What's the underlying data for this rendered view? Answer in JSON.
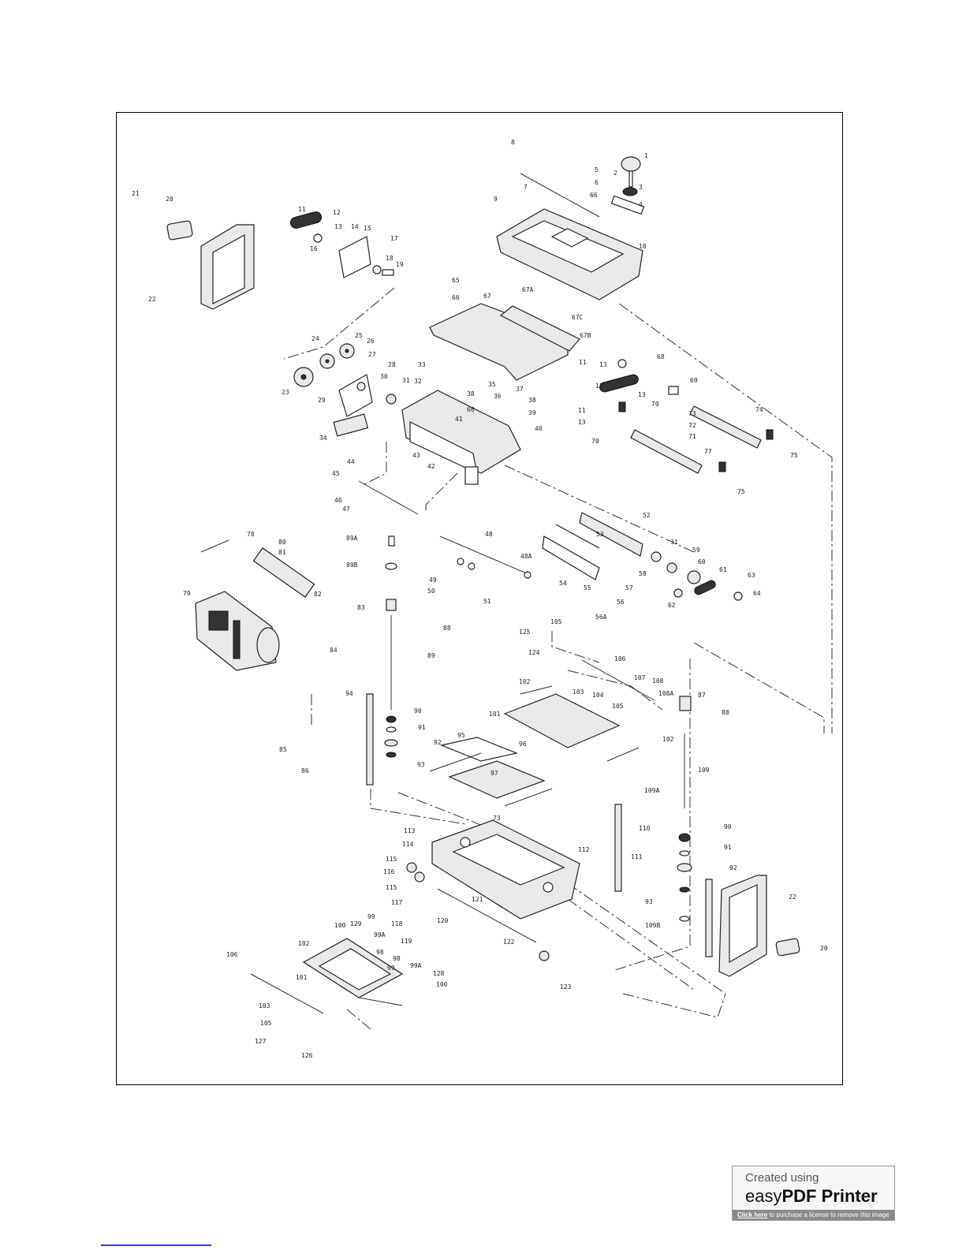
{
  "diagram": {
    "part_labels": [
      {
        "id": "p-8",
        "text": "8"
      },
      {
        "id": "p-1",
        "text": "1"
      },
      {
        "id": "p-5",
        "text": "5"
      },
      {
        "id": "p-2",
        "text": "2"
      },
      {
        "id": "p-6",
        "text": "6"
      },
      {
        "id": "p-3",
        "text": "3"
      },
      {
        "id": "p-66a",
        "text": "66"
      },
      {
        "id": "p-7",
        "text": "7"
      },
      {
        "id": "p-4",
        "text": "4"
      },
      {
        "id": "p-9",
        "text": "9"
      },
      {
        "id": "p-10",
        "text": "10"
      },
      {
        "id": "p-21",
        "text": "21"
      },
      {
        "id": "p-20a",
        "text": "20"
      },
      {
        "id": "p-22a",
        "text": "22"
      },
      {
        "id": "p-11a",
        "text": "11"
      },
      {
        "id": "p-12a",
        "text": "12"
      },
      {
        "id": "p-13a",
        "text": "13"
      },
      {
        "id": "p-14",
        "text": "14"
      },
      {
        "id": "p-15",
        "text": "15"
      },
      {
        "id": "p-16",
        "text": "16"
      },
      {
        "id": "p-17",
        "text": "17"
      },
      {
        "id": "p-18",
        "text": "18"
      },
      {
        "id": "p-19",
        "text": "19"
      },
      {
        "id": "p-65",
        "text": "65"
      },
      {
        "id": "p-66b",
        "text": "66"
      },
      {
        "id": "p-67",
        "text": "67"
      },
      {
        "id": "p-67A",
        "text": "67A"
      },
      {
        "id": "p-67C",
        "text": "67C"
      },
      {
        "id": "p-67B",
        "text": "67B"
      },
      {
        "id": "p-11b",
        "text": "11"
      },
      {
        "id": "p-13b",
        "text": "13"
      },
      {
        "id": "p-68",
        "text": "68"
      },
      {
        "id": "p-12b",
        "text": "12"
      },
      {
        "id": "p-13c",
        "text": "13"
      },
      {
        "id": "p-69",
        "text": "69"
      },
      {
        "id": "p-24",
        "text": "24"
      },
      {
        "id": "p-25",
        "text": "25"
      },
      {
        "id": "p-26",
        "text": "26"
      },
      {
        "id": "p-27",
        "text": "27"
      },
      {
        "id": "p-28",
        "text": "28"
      },
      {
        "id": "p-23",
        "text": "23"
      },
      {
        "id": "p-29",
        "text": "29"
      },
      {
        "id": "p-30",
        "text": "30"
      },
      {
        "id": "p-31a",
        "text": "31"
      },
      {
        "id": "p-33",
        "text": "33"
      },
      {
        "id": "p-32",
        "text": "32"
      },
      {
        "id": "p-35",
        "text": "35"
      },
      {
        "id": "p-38a",
        "text": "38"
      },
      {
        "id": "p-36",
        "text": "36"
      },
      {
        "id": "p-37",
        "text": "37"
      },
      {
        "id": "p-38b",
        "text": "38"
      },
      {
        "id": "p-66c",
        "text": "66"
      },
      {
        "id": "p-39",
        "text": "39"
      },
      {
        "id": "p-41",
        "text": "41"
      },
      {
        "id": "p-40",
        "text": "40"
      },
      {
        "id": "p-34",
        "text": "34"
      },
      {
        "id": "p-43",
        "text": "43"
      },
      {
        "id": "p-42",
        "text": "42"
      },
      {
        "id": "p-70a",
        "text": "70"
      },
      {
        "id": "p-73",
        "text": "73"
      },
      {
        "id": "p-72",
        "text": "72"
      },
      {
        "id": "p-71",
        "text": "71"
      },
      {
        "id": "p-74",
        "text": "74"
      },
      {
        "id": "p-11c",
        "text": "11"
      },
      {
        "id": "p-13d",
        "text": "13"
      },
      {
        "id": "p-70b",
        "text": "70"
      },
      {
        "id": "p-77",
        "text": "77"
      },
      {
        "id": "p-75a",
        "text": "75"
      },
      {
        "id": "p-75b",
        "text": "75"
      },
      {
        "id": "p-44",
        "text": "44"
      },
      {
        "id": "p-45",
        "text": "45"
      },
      {
        "id": "p-46",
        "text": "46"
      },
      {
        "id": "p-47",
        "text": "47"
      },
      {
        "id": "p-52",
        "text": "52"
      },
      {
        "id": "p-53",
        "text": "53"
      },
      {
        "id": "p-31b",
        "text": "31"
      },
      {
        "id": "p-59",
        "text": "59"
      },
      {
        "id": "p-60",
        "text": "60"
      },
      {
        "id": "p-61",
        "text": "61"
      },
      {
        "id": "p-58",
        "text": "58"
      },
      {
        "id": "p-63",
        "text": "63"
      },
      {
        "id": "p-54",
        "text": "54"
      },
      {
        "id": "p-55",
        "text": "55"
      },
      {
        "id": "p-57",
        "text": "57"
      },
      {
        "id": "p-56",
        "text": "56"
      },
      {
        "id": "p-56A",
        "text": "56A"
      },
      {
        "id": "p-62",
        "text": "62"
      },
      {
        "id": "p-64",
        "text": "64"
      },
      {
        "id": "p-78",
        "text": "78"
      },
      {
        "id": "p-80",
        "text": "80"
      },
      {
        "id": "p-81",
        "text": "81"
      },
      {
        "id": "p-89A",
        "text": "89A"
      },
      {
        "id": "p-48",
        "text": "48"
      },
      {
        "id": "p-89B",
        "text": "89B"
      },
      {
        "id": "p-49",
        "text": "49"
      },
      {
        "id": "p-50",
        "text": "50"
      },
      {
        "id": "p-48A",
        "text": "48A"
      },
      {
        "id": "p-51",
        "text": "51"
      },
      {
        "id": "p-82",
        "text": "82"
      },
      {
        "id": "p-79",
        "text": "79"
      },
      {
        "id": "p-83",
        "text": "83"
      },
      {
        "id": "p-88a",
        "text": "88"
      },
      {
        "id": "p-125",
        "text": "125"
      },
      {
        "id": "p-105a",
        "text": "105"
      },
      {
        "id": "p-124",
        "text": "124"
      },
      {
        "id": "p-84",
        "text": "84"
      },
      {
        "id": "p-89",
        "text": "89"
      },
      {
        "id": "p-106a",
        "text": "106"
      },
      {
        "id": "p-107",
        "text": "107"
      },
      {
        "id": "p-108",
        "text": "108"
      },
      {
        "id": "p-108A",
        "text": "108A"
      },
      {
        "id": "p-102a",
        "text": "102"
      },
      {
        "id": "p-87",
        "text": "87"
      },
      {
        "id": "p-103a",
        "text": "103"
      },
      {
        "id": "p-104",
        "text": "104"
      },
      {
        "id": "p-105b",
        "text": "105"
      },
      {
        "id": "p-88b",
        "text": "88"
      },
      {
        "id": "p-94",
        "text": "94"
      },
      {
        "id": "p-90a",
        "text": "90"
      },
      {
        "id": "p-101a",
        "text": "101"
      },
      {
        "id": "p-91a",
        "text": "91"
      },
      {
        "id": "p-102b",
        "text": "102"
      },
      {
        "id": "p-92a",
        "text": "92"
      },
      {
        "id": "p-95",
        "text": "95"
      },
      {
        "id": "p-96",
        "text": "96"
      },
      {
        "id": "p-93a",
        "text": "93"
      },
      {
        "id": "p-85",
        "text": "85"
      },
      {
        "id": "p-86",
        "text": "86"
      },
      {
        "id": "p-109",
        "text": "109"
      },
      {
        "id": "p-97",
        "text": "97"
      },
      {
        "id": "p-109A",
        "text": "109A"
      },
      {
        "id": "p-73b",
        "text": "73"
      },
      {
        "id": "p-113",
        "text": "113"
      },
      {
        "id": "p-110",
        "text": "110"
      },
      {
        "id": "p-90b",
        "text": "90"
      },
      {
        "id": "p-114",
        "text": "114"
      },
      {
        "id": "p-112",
        "text": "112"
      },
      {
        "id": "p-111",
        "text": "111"
      },
      {
        "id": "p-91b",
        "text": "91"
      },
      {
        "id": "p-115a",
        "text": "115"
      },
      {
        "id": "p-92b",
        "text": "92"
      },
      {
        "id": "p-116",
        "text": "116"
      },
      {
        "id": "p-115b",
        "text": "115"
      },
      {
        "id": "p-121",
        "text": "121"
      },
      {
        "id": "p-117",
        "text": "117"
      },
      {
        "id": "p-93b",
        "text": "93"
      },
      {
        "id": "p-22b",
        "text": "22"
      },
      {
        "id": "p-100a",
        "text": "100"
      },
      {
        "id": "p-129",
        "text": "129"
      },
      {
        "id": "p-99a",
        "text": "99"
      },
      {
        "id": "p-118",
        "text": "118"
      },
      {
        "id": "p-120",
        "text": "120"
      },
      {
        "id": "p-109B",
        "text": "109B"
      },
      {
        "id": "p-99Aa",
        "text": "99A"
      },
      {
        "id": "p-119",
        "text": "119"
      },
      {
        "id": "p-98a",
        "text": "98"
      },
      {
        "id": "p-102c",
        "text": "102"
      },
      {
        "id": "p-122",
        "text": "122"
      },
      {
        "id": "p-20b",
        "text": "20"
      },
      {
        "id": "p-106b",
        "text": "106"
      },
      {
        "id": "p-98b",
        "text": "98"
      },
      {
        "id": "p-99Ab",
        "text": "99A"
      },
      {
        "id": "p-101b",
        "text": "101"
      },
      {
        "id": "p-99b",
        "text": "99"
      },
      {
        "id": "p-128",
        "text": "128"
      },
      {
        "id": "p-100b",
        "text": "100"
      },
      {
        "id": "p-123",
        "text": "123"
      },
      {
        "id": "p-103b",
        "text": "103"
      },
      {
        "id": "p-105c",
        "text": "105"
      },
      {
        "id": "p-127",
        "text": "127"
      },
      {
        "id": "p-126",
        "text": "126"
      }
    ]
  },
  "watermark": {
    "line1": "Created using",
    "line2_prefix": "easy",
    "line2_bold": "PDF Printer",
    "bar_link": "Click here",
    "bar_text": " to purchase a license to remove this image"
  }
}
